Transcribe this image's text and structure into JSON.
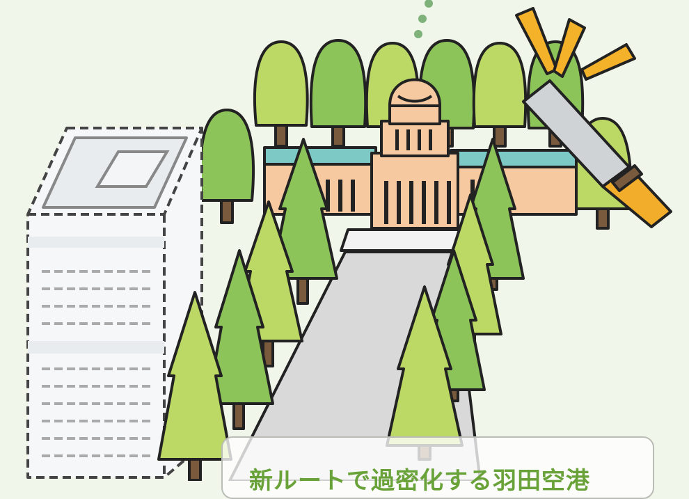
{
  "caption": {
    "text": "新ルートで過密化する羽田空港"
  },
  "colors": {
    "background": "#f1f6ea",
    "tree_light": "#bcd865",
    "tree_mid": "#8cc45a",
    "tree_dark": "#6fb04a",
    "trunk": "#7a5a3c",
    "diet_building": "#f7c9a0",
    "roof_teal": "#7cc9c6",
    "road": "#d9d9d9",
    "saw_blade": "#cfd3d5",
    "saw_handle": "#f2ad2b",
    "spark": "#f4b22a",
    "caption_text": "#6aa23a"
  },
  "icons": [
    "diet-building",
    "saw-icon",
    "tree-icon",
    "tower-building",
    "spark-icon",
    "dotted-path"
  ]
}
